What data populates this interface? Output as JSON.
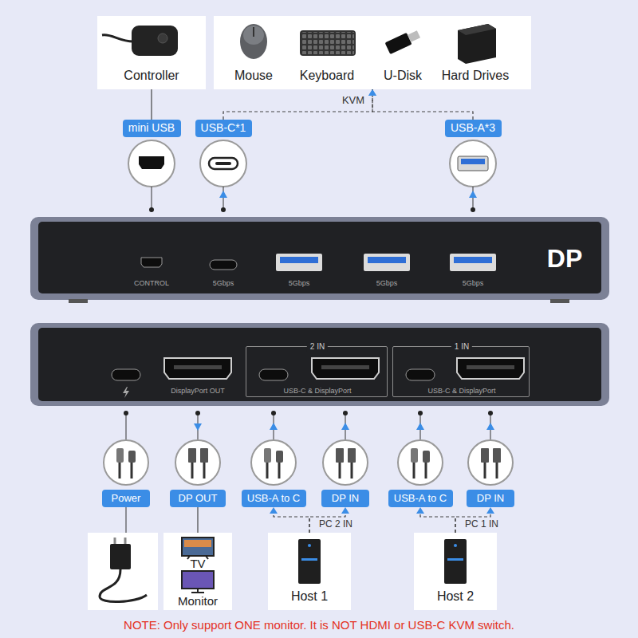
{
  "diagram": {
    "nodes": [
      {
        "text": [
          "Controller"
        ]
      },
      {
        "text": [
          "Mouse",
          "Keyboard",
          "U-Disk",
          "Hard Drives"
        ]
      },
      {
        "text": [
          "mini USB"
        ]
      },
      {
        "text": [
          "USB-C*1"
        ]
      },
      {
        "text": [
          "USB-A*3"
        ]
      },
      {
        "text": [
          "CONTROL",
          "5Gbps",
          "5Gbps",
          "5Gbps",
          "5Gbps",
          "DP"
        ]
      },
      {
        "text": [
          "DisplayPort OUT"
        ]
      },
      {
        "text": [
          "2 IN",
          "USB-C & DisplayPort"
        ],
        "in": 6
      },
      {
        "text": [
          "1 IN",
          "USB-C & DisplayPort"
        ],
        "in": 6
      },
      {
        "text": [
          "Power"
        ]
      },
      {
        "text": [
          "DP OUT"
        ]
      },
      {
        "text": [
          "USB-A to C"
        ]
      },
      {
        "text": [
          "DP IN"
        ]
      },
      {
        "text": [
          "USB-A to C"
        ]
      },
      {
        "text": [
          "DP IN"
        ]
      },
      {
        "text": [
          "TV",
          "Monitor"
        ]
      },
      {
        "text": [
          "Host 1"
        ]
      },
      {
        "text": [
          "Host 2"
        ]
      }
    ],
    "edges": [
      {
        "from": 0,
        "to": 2,
        "arrow": "none"
      },
      {
        "from": 3,
        "to": 1,
        "arrow": "to"
      },
      {
        "from": 4,
        "to": 1,
        "arrow": "to"
      },
      {
        "from": 10,
        "to": 15,
        "arrow": "none"
      },
      {
        "from": 16,
        "to": 11,
        "arrow": "to"
      },
      {
        "from": 16,
        "to": 12,
        "arrow": "to"
      },
      {
        "from": 17,
        "to": 13,
        "arrow": "to"
      },
      {
        "from": 17,
        "to": 14,
        "arrow": "to"
      }
    ],
    "labels": [
      "KVM",
      "PC 2 IN",
      "PC 1 IN",
      "NOTE: Only support ONE monitor. It is NOT HDMI or USB-C KVM switch."
    ]
  }
}
